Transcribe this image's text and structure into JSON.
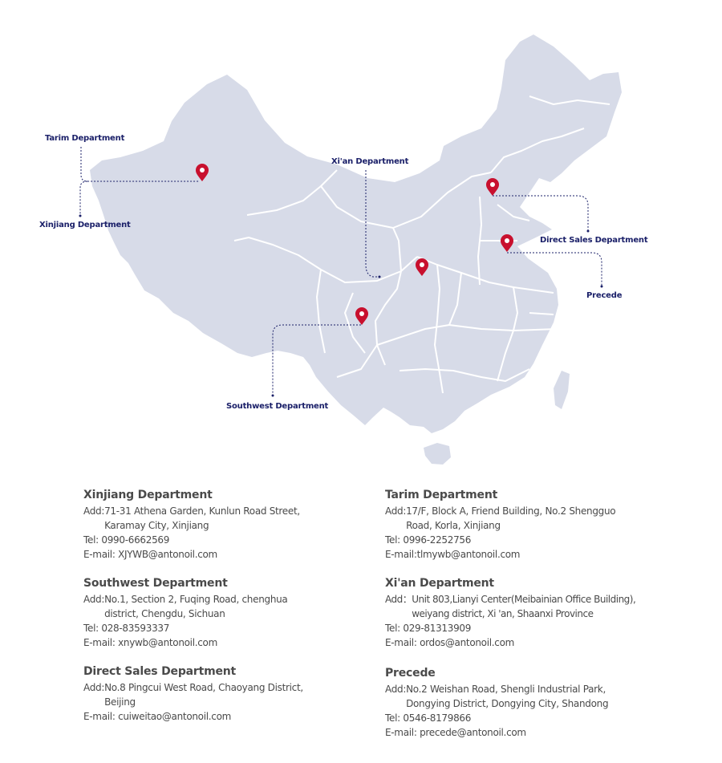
{
  "colors": {
    "land": "#d7dbe8",
    "border": "#ffffff",
    "pin": "#c8102e",
    "leader": "#1b2069",
    "label": "#1b2069",
    "text": "#4a4a4a"
  },
  "map": {
    "pins": [
      {
        "name": "xinjiang-pin-icon"
      },
      {
        "name": "beijing-pin-icon"
      },
      {
        "name": "shandong-pin-icon"
      },
      {
        "name": "xian-pin-icon"
      },
      {
        "name": "chengdu-pin-icon"
      }
    ],
    "labels": {
      "tarim": "Tarim Department",
      "xinjiang": "Xinjiang Department",
      "xian": "Xi'an Department",
      "direct_sales": "Direct Sales Department",
      "precede": "Precede",
      "southwest": "Southwest Department"
    }
  },
  "departments": {
    "xinjiang": {
      "name": "Xinjiang Department",
      "add_label": "Add: ",
      "add_line1": "71-31 Athena Garden, Kunlun Road Street,",
      "add_line2": "Karamay City, Xinjiang",
      "tel": "Tel: 0990-6662569",
      "email": "E-mail: XJYWB@antonoil.com"
    },
    "tarim": {
      "name": "Tarim Department",
      "add_label": "Add: ",
      "add_line1": "17/F, Block A, Friend Building, No.2 Shengguo",
      "add_line2": "Road, Korla, Xinjiang",
      "tel": "Tel: 0996-2252756",
      "email": "E-mail:tlmywb@antonoil.com"
    },
    "southwest": {
      "name": "Southwest Department",
      "add_label": "Add: ",
      "add_line1": "No.1, Section 2, Fuqing Road, chenghua",
      "add_line2": "district, Chengdu, Sichuan",
      "tel": "Tel: 028-83593337",
      "email": "E-mail: xnywb@antonoil.com"
    },
    "xian": {
      "name": "Xi'an Department",
      "add_label": "Add：",
      "add_line1": "Unit 803,Lianyi Center(Meibainian Office Building),",
      "add_line2": "weiyang district, Xi 'an, Shaanxi Province",
      "tel": "Tel: 029-81313909",
      "email": "E-mail: ordos@antonoil.com"
    },
    "direct_sales": {
      "name": "Direct Sales Department",
      "add_label": "Add: ",
      "add_line1": "No.8 Pingcui West Road, Chaoyang District,",
      "add_line2": "Beijing",
      "email": "E-mail: cuiweitao@antonoil.com"
    },
    "precede": {
      "name": "Precede",
      "add_label": "Add: ",
      "add_line1": "No.2 Weishan Road, Shengli Industrial Park,",
      "add_line2": "Dongying District, Dongying City, Shandong",
      "tel": "Tel: 0546-8179866",
      "email": "E-mail: precede@antonoil.com"
    }
  }
}
